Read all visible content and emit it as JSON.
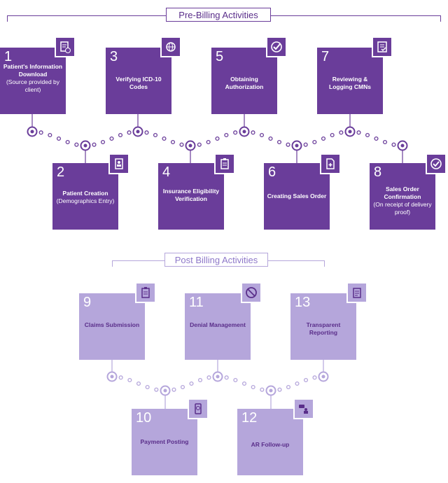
{
  "colors": {
    "pre": "#6a3d9a",
    "post": "#b5a6db",
    "pre_text": "#5a2e8a",
    "post_text": "#8e78c9"
  },
  "pre_billing": {
    "title": "Pre-Billing Activities",
    "steps": [
      {
        "num": "1",
        "title": "Patient's Information Download",
        "sub": "(Source provided by client)",
        "icon": "document-download-icon"
      },
      {
        "num": "2",
        "title": "Patient Creation",
        "sub": "(Demographics Entry)",
        "icon": "id-card-icon"
      },
      {
        "num": "3",
        "title": "Verifying ICD-10 Codes",
        "sub": "",
        "icon": "code-globe-icon"
      },
      {
        "num": "4",
        "title": "Insurance Eligibility Verification",
        "sub": "",
        "icon": "clipboard-icon"
      },
      {
        "num": "5",
        "title": "Obtaining Authorization",
        "sub": "",
        "icon": "check-box-icon"
      },
      {
        "num": "6",
        "title": "Creating Sales Order",
        "sub": "",
        "icon": "new-document-icon"
      },
      {
        "num": "7",
        "title": "Reviewing & Logging CMNs",
        "sub": "",
        "icon": "checklist-icon"
      },
      {
        "num": "8",
        "title": "Sales Order Confirmation",
        "sub": "(On receipt of delivery proof)",
        "icon": "check-circle-icon"
      }
    ]
  },
  "post_billing": {
    "title": "Post Billing Activities",
    "steps": [
      {
        "num": "9",
        "title": "Claims Submission",
        "sub": "",
        "icon": "clipboard-icon"
      },
      {
        "num": "10",
        "title": "Payment Posting",
        "sub": "",
        "icon": "payment-phone-icon"
      },
      {
        "num": "11",
        "title": "Denial Management",
        "sub": "",
        "icon": "prohibited-icon"
      },
      {
        "num": "12",
        "title": "AR Follow-up",
        "sub": "",
        "icon": "chat-person-icon"
      },
      {
        "num": "13",
        "title": "Transparent Reporting",
        "sub": "",
        "icon": "report-icon"
      }
    ]
  }
}
